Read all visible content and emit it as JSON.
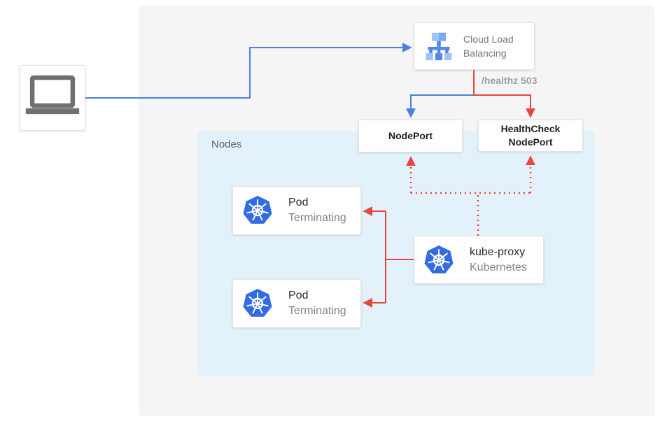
{
  "colors": {
    "traffic_blue": "#4a80e4",
    "healthcheck_red": "#e8463f",
    "panel_bg": "#f5f5f5",
    "nodes_bg": "#e3f1fb",
    "card_bg": "#ffffff",
    "kubernetes_blue": "#326ce5",
    "gcp_icon_blue": "#5287ee",
    "gcp_icon_blue_light": "#a1c2fa",
    "text_dark": "#1f1f1f",
    "text_gray": "#757575"
  },
  "diagram": {
    "client": {
      "icon": "laptop-icon"
    },
    "cloud_load_balancing": {
      "label": "Cloud Load Balancing",
      "icon": "cloud-load-balancing-icon"
    },
    "healthz_label": "/healthz 503",
    "nodeport": {
      "label": "NodePort"
    },
    "healthcheck_nodeport": {
      "label": "HealthCheck NodePort"
    },
    "nodes_group": {
      "label": "Nodes"
    },
    "pods": [
      {
        "title": "Pod",
        "status": "Terminating",
        "icon": "kubernetes-icon"
      },
      {
        "title": "Pod",
        "status": "Terminating",
        "icon": "kubernetes-icon"
      }
    ],
    "kube_proxy": {
      "title": "kube-proxy",
      "subtitle": "Kubernetes",
      "icon": "kubernetes-icon"
    }
  }
}
